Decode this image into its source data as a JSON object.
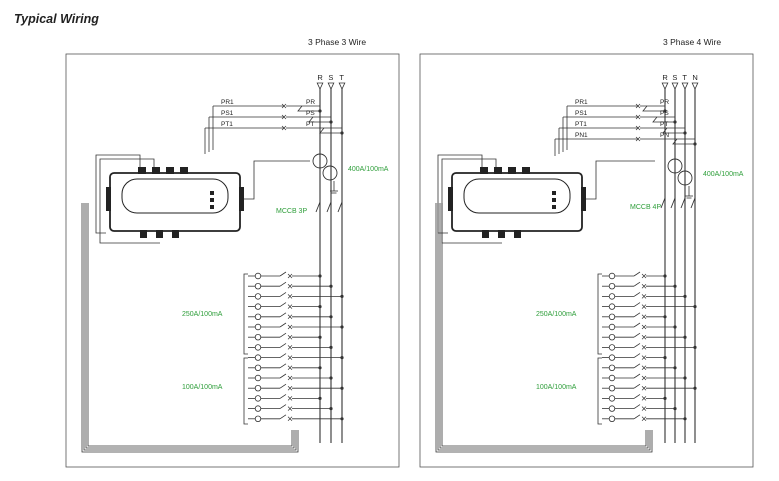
{
  "page": {
    "title": "Typical Wiring"
  },
  "colors": {
    "line": "#333333",
    "accent": "#2e9e3a",
    "module": "#222222",
    "frame": "#555555"
  },
  "panels": [
    {
      "id": "3p3w",
      "caption": "3 Phase 3 Wire",
      "phases": [
        "R",
        "S",
        "T"
      ],
      "feed_taps": [
        {
          "left": "PR1",
          "right": "PR"
        },
        {
          "left": "PS1",
          "right": "PS"
        },
        {
          "left": "PT1",
          "right": "PT"
        }
      ],
      "rccb_label": "400A/100mA",
      "mccb_label": "MCCB 3P",
      "group_upper_label": "250A/100mA",
      "group_lower_label": "100A/100mA"
    },
    {
      "id": "3p4w",
      "caption": "3 Phase 4 Wire",
      "phases": [
        "R",
        "S",
        "T",
        "N"
      ],
      "feed_taps": [
        {
          "left": "PR1",
          "right": "PR"
        },
        {
          "left": "PS1",
          "right": "PS"
        },
        {
          "left": "PT1",
          "right": "PT"
        },
        {
          "left": "PN1",
          "right": "PN"
        }
      ],
      "rccb_label": "400A/100mA",
      "mccb_label": "MCCB 4P",
      "group_upper_label": "250A/100mA",
      "group_lower_label": "100A/100mA"
    }
  ]
}
